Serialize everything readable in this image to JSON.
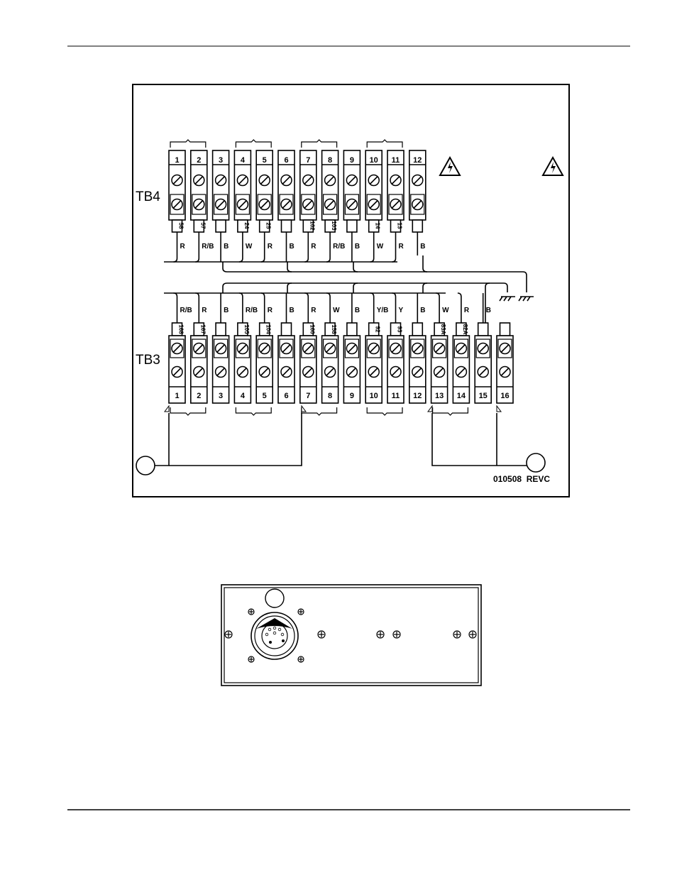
{
  "tb4": {
    "label": "TB4",
    "terminals": [
      "1",
      "2",
      "3",
      "4",
      "5",
      "6",
      "7",
      "8",
      "9",
      "10",
      "11",
      "12"
    ],
    "wire_numbers": [
      "58",
      "57",
      "",
      "24",
      "25",
      "",
      "102",
      "103",
      "",
      "14",
      "13",
      ""
    ],
    "wire_colors": [
      "R",
      "R/B",
      "B",
      "W",
      "R",
      "B",
      "R",
      "R/B",
      "B",
      "W",
      "R",
      "B"
    ],
    "jumper_brackets": [
      [
        1,
        2
      ],
      [
        4,
        5
      ],
      [
        7,
        8
      ],
      [
        10,
        11
      ]
    ]
  },
  "tb3": {
    "label": "TB3",
    "terminals": [
      "1",
      "2",
      "3",
      "4",
      "5",
      "6",
      "7",
      "8",
      "9",
      "10",
      "11",
      "12",
      "13",
      "14",
      "15",
      "16"
    ],
    "wire_numbers": [
      "168",
      "167",
      "",
      "105",
      "104",
      "",
      "160",
      "158",
      "",
      "92",
      "93",
      "",
      "83A",
      "82A",
      "",
      ""
    ],
    "wire_colors": [
      "R/B",
      "R",
      "B",
      "R/B",
      "R",
      "B",
      "R",
      "W",
      "B",
      "Y/B",
      "Y",
      "B",
      "W",
      "R",
      "B",
      ""
    ],
    "jumper_brackets": [
      [
        1,
        2
      ],
      [
        4,
        5
      ],
      [
        7,
        8
      ],
      [
        10,
        11
      ],
      [
        13,
        14
      ]
    ]
  },
  "drawing_number": "010508  REVC",
  "colors": {
    "line": "#000000",
    "background": "#ffffff"
  }
}
